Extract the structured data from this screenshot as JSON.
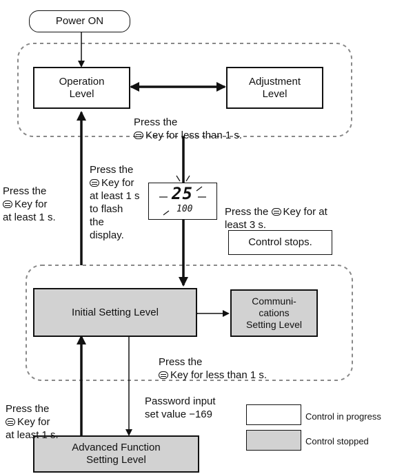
{
  "boxes": {
    "power_on": "Power ON",
    "operation_level": "Operation\nLevel",
    "adjustment_level": "Adjustment\nLevel",
    "initial_setting_level": "Initial Setting Level",
    "communications_setting_level": "Communi-\ncations\nSetting Level",
    "advanced_function_setting_level": "Advanced Function\nSetting Level",
    "control_stops": "Control stops."
  },
  "notes": {
    "press_less_1s_top_a": "Press the",
    "press_less_1s_top_b": "Key for less than 1 s.",
    "press_flash_a": "Press the",
    "press_flash_b": "Key for\nat least 1 s\nto flash\nthe\ndisplay.",
    "press_left_a": "Press the",
    "press_left_b": "Key for\nat least 1 s.",
    "press_3s_a": "Press the",
    "press_3s_b": "Key for at\nleast 3 s.",
    "press_less_1s_bottom_a": "Press the",
    "press_less_1s_bottom_b": "Key for less than 1 s.",
    "press_bottom_left_a": "Press the",
    "press_bottom_left_b": "Key for\nat least 1 s.",
    "password": "Password input\nset value −169"
  },
  "display": {
    "top_value": "25",
    "bottom_value": "100"
  },
  "legend": {
    "control_in_progress": "Control in progress",
    "control_stopped": "Control stopped"
  },
  "colors": {
    "gray_fill": "#d2d2d2",
    "line": "#111111",
    "dashed": "#888888"
  },
  "icons": {
    "key": "mode-key-icon"
  }
}
